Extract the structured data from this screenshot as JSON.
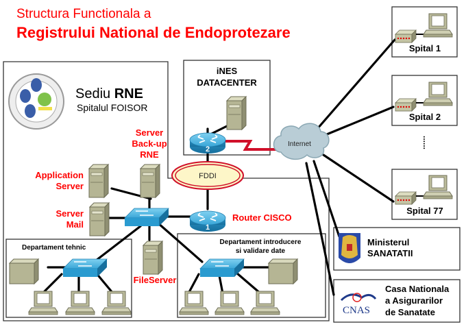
{
  "title": {
    "line1": "Structura Functionala a",
    "line2": "Registrului National de Endoprotezare"
  },
  "sediu": {
    "title_plain": "Sediu ",
    "title_bold": "RNE",
    "subtitle": "Spitalul FOISOR",
    "logo": "rne-seal-logo"
  },
  "datacenter": {
    "line1": "iNES",
    "line2": "DATACENTER",
    "router_number": "2"
  },
  "fddi": {
    "label": "FDDI"
  },
  "internet": {
    "label": "Internet"
  },
  "router_cisco": {
    "label": "Router CISCO",
    "number": "1"
  },
  "servers": {
    "backup": {
      "line1": "Server",
      "line2": "Back-up",
      "line3": "RNE"
    },
    "application": {
      "line1": "Application",
      "line2": "Server"
    },
    "mail": {
      "line1": "Server",
      "line2": "Mail"
    },
    "file": {
      "label": "FileServer"
    }
  },
  "departments": {
    "tehnic": {
      "label": "Departament tehnic"
    },
    "introducere": {
      "line1": "Departament introducere",
      "line2": "si validare date"
    }
  },
  "hospitals": [
    {
      "label": "Spital 1"
    },
    {
      "label": "Spital 2"
    },
    {
      "label": "Spital 77"
    }
  ],
  "ellipsis": "......",
  "ministry": {
    "line1": "Ministerul",
    "line2": "SANATATII",
    "logo": "romania-coat-of-arms"
  },
  "cnas": {
    "line1": "Casa Nationala",
    "line2": "a Asigurarilor",
    "line3": "de Sanatate",
    "logo_text": "CNAS"
  },
  "colors": {
    "title_red": "#ff0000",
    "device_blue": "#3aa6d8",
    "server_beige": "#c8c8a8",
    "cloud": "#b9cdd6",
    "fddi_fill": "#fdf6c8",
    "fddi_ring": "#d0102a",
    "wan_link": "#d0102a"
  }
}
